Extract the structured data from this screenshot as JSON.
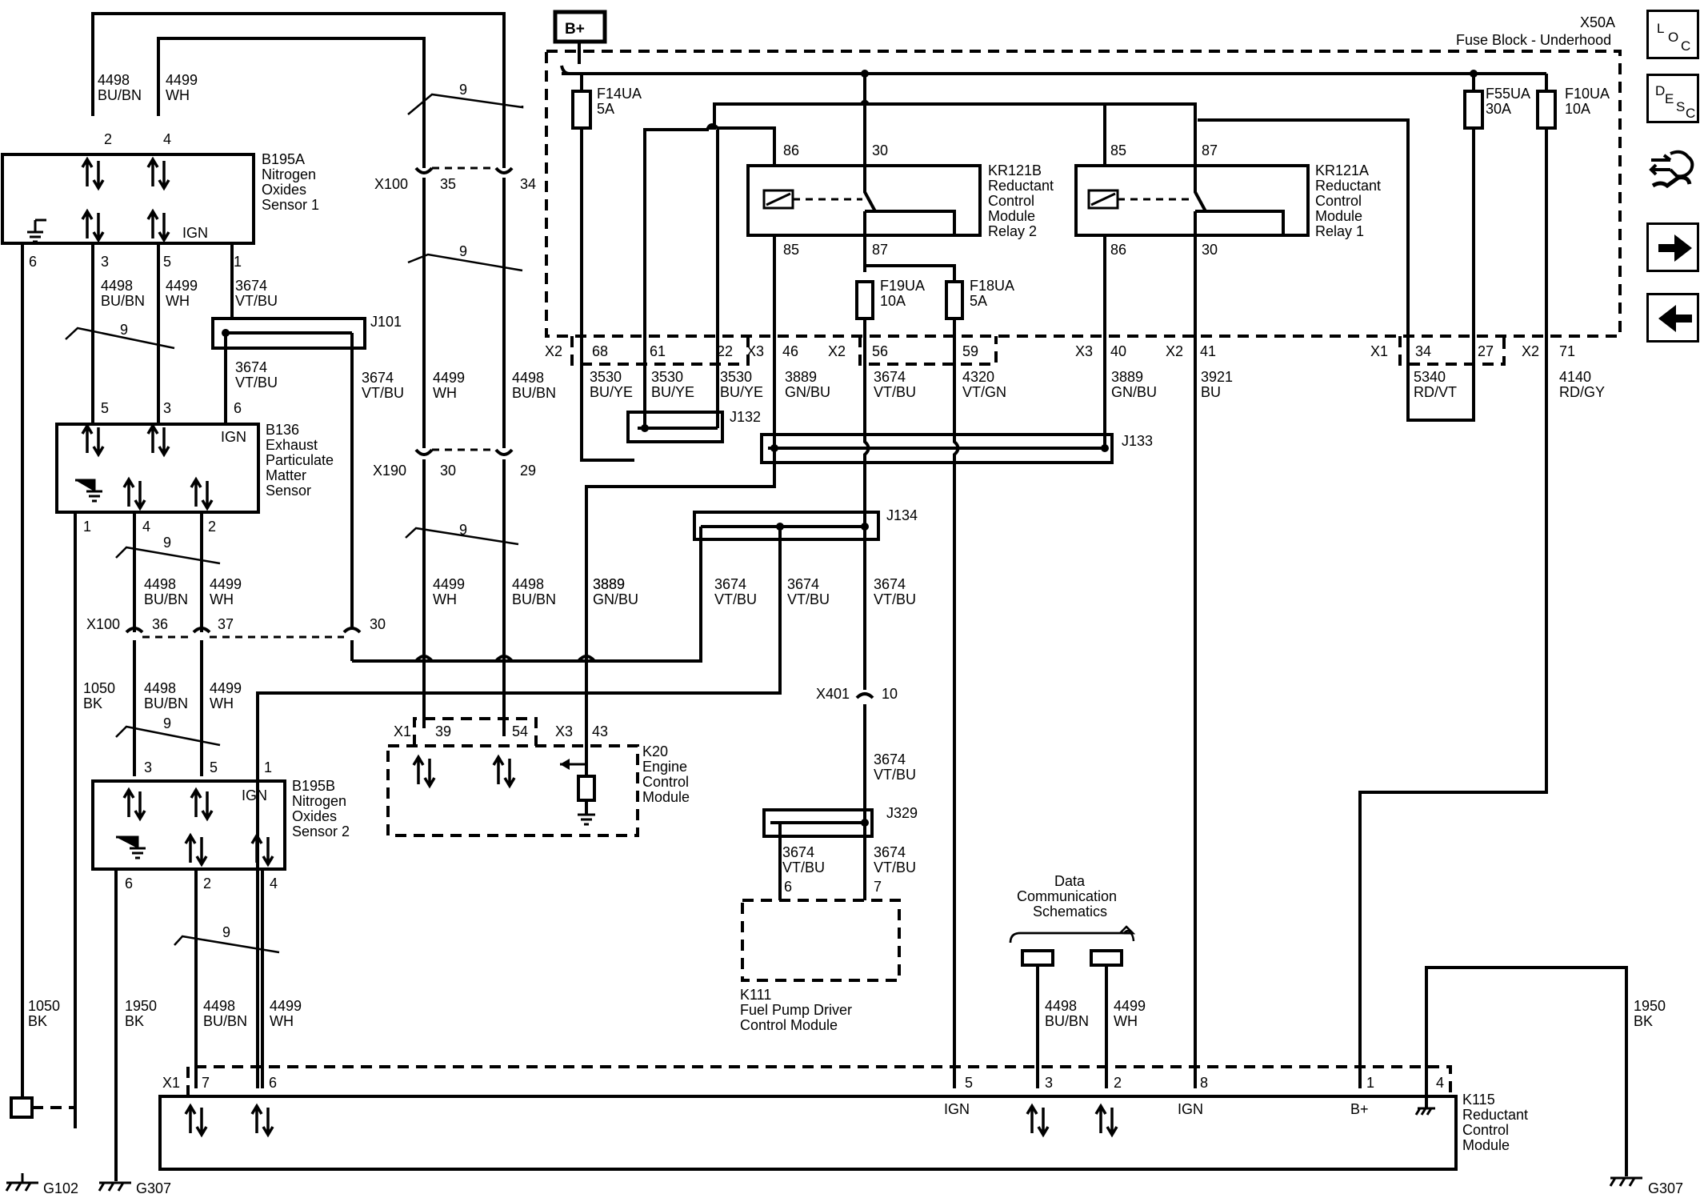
{
  "power": {
    "label": "B+"
  },
  "fuse_block": {
    "code": "X50A",
    "name": "Fuse Block - Underhood"
  },
  "fuses": [
    {
      "id": "F14UA",
      "amps": "5A"
    },
    {
      "id": "F55UA",
      "amps": "30A"
    },
    {
      "id": "F10UA",
      "amps": "10A"
    },
    {
      "id": "F19UA",
      "amps": "10A"
    },
    {
      "id": "F18UA",
      "amps": "5A"
    }
  ],
  "relays": {
    "relay2": {
      "name": [
        "KR121B",
        "Reductant",
        "Control",
        "Module",
        "Relay 2"
      ],
      "pins": [
        "86",
        "30",
        "85",
        "87"
      ]
    },
    "relay1": {
      "name": [
        "KR121A",
        "Reductant",
        "Control",
        "Module",
        "Relay 1"
      ],
      "pins": [
        "85",
        "87",
        "86",
        "30"
      ]
    }
  },
  "components": {
    "b195a": [
      "B195A",
      "Nitrogen",
      "Oxides",
      "Sensor 1"
    ],
    "b136": [
      "B136",
      "Exhaust",
      "Particulate",
      "Matter",
      "Sensor"
    ],
    "b195b": [
      "B195B",
      "Nitrogen",
      "Oxides",
      "Sensor 2"
    ],
    "k20": [
      "K20",
      "Engine",
      "Control",
      "Module"
    ],
    "k111": [
      "K111",
      "Fuel Pump Driver",
      "Control Module"
    ],
    "k115": [
      "K115",
      "Reductant",
      "Control",
      "Module"
    ],
    "data_comm": [
      "Data",
      "Communication",
      "Schematics"
    ]
  },
  "ign": "IGN",
  "bplus_pin": "B+",
  "connectors": [
    "X100",
    "X190",
    "X401",
    "X1",
    "X2",
    "X3"
  ],
  "splices": [
    "J101",
    "J132",
    "J133",
    "J134",
    "J329"
  ],
  "grounds": [
    "G102",
    "G307",
    "G307"
  ],
  "twist": "9",
  "wires": [
    {
      "circuit": "4498",
      "color": "BU/BN"
    },
    {
      "circuit": "4499",
      "color": "WH"
    },
    {
      "circuit": "3674",
      "color": "VT/BU"
    },
    {
      "circuit": "1050",
      "color": "BK"
    },
    {
      "circuit": "1950",
      "color": "BK"
    },
    {
      "circuit": "3530",
      "color": "BU/YE"
    },
    {
      "circuit": "3889",
      "color": "GN/BU"
    },
    {
      "circuit": "4320",
      "color": "VT/GN"
    },
    {
      "circuit": "3921",
      "color": "BU"
    },
    {
      "circuit": "5340",
      "color": "RD/VT"
    },
    {
      "circuit": "4140",
      "color": "RD/GY"
    }
  ],
  "nav": [
    {
      "icon": "loc-icon",
      "text": [
        "L",
        "O",
        "C"
      ]
    },
    {
      "icon": "desc-icon",
      "text": [
        "D",
        "E",
        "S",
        "C"
      ]
    },
    {
      "icon": "connector-tool-icon"
    },
    {
      "icon": "arrow-right-icon"
    },
    {
      "icon": "arrow-left-icon"
    }
  ]
}
